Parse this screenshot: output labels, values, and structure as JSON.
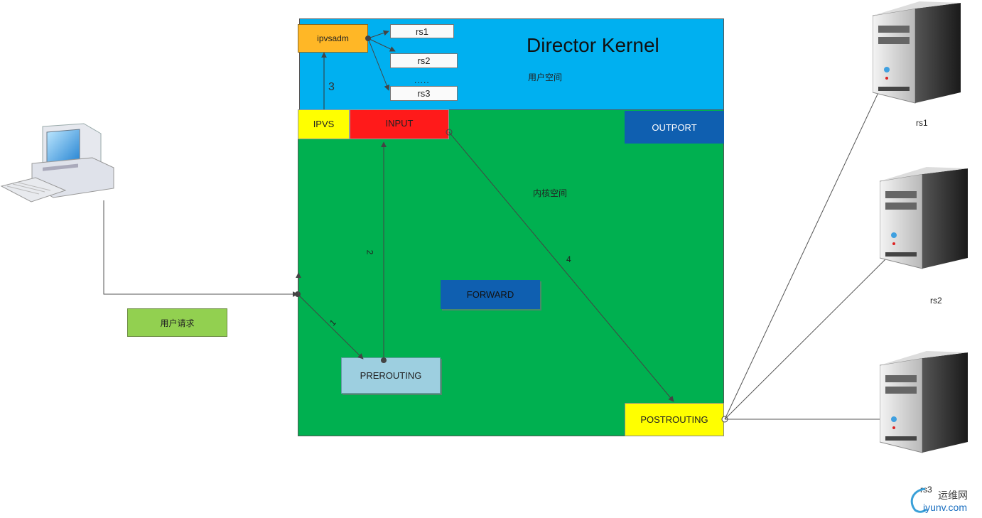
{
  "title": "Director Kernel",
  "user_space_label": "用户空间",
  "kernel_space_label": "内核空间",
  "ipvsadm": "ipvsadm",
  "rs_boxes": [
    "rs1",
    "rs2",
    "rs3"
  ],
  "dots": ".....",
  "chains": {
    "ipvs": "IPVS",
    "input": "INPUT",
    "output": "OUTPORT",
    "forward": "FORWARD",
    "prerouting": "PREROUTING",
    "postrouting": "POSTROUTING"
  },
  "user_request": "用户请求",
  "steps": [
    "1",
    "2",
    "3",
    "4"
  ],
  "servers": [
    "rs1",
    "rs2",
    "rs3"
  ],
  "watermark": {
    "name": "运维网",
    "url": "iyunv.com"
  },
  "colors": {
    "user_space": "#00B0F0",
    "kernel_space": "#00B050",
    "ipvsadm": "#FFB726",
    "ipvs": "#FFFF00",
    "input": "#FF1A1A",
    "output": "#0F5FB0",
    "forward": "#0F5FB0",
    "prerouting": "#9DCFE0",
    "postrouting": "#FFFF00",
    "user_request": "#92D050"
  }
}
